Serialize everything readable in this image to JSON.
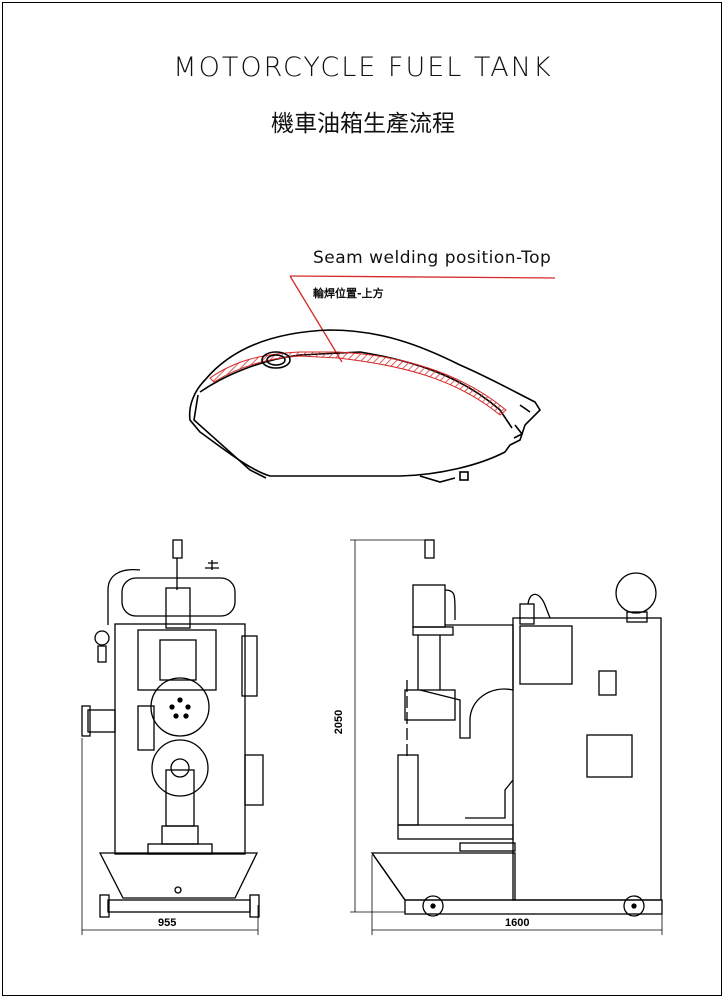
{
  "title": "MOTORCYCLE FUEL TANK",
  "subtitle": "機車油箱生產流程",
  "annotation": {
    "label_en": "Seam welding position-Top",
    "label_zh": "輪焊位置-上方",
    "color": "#d42a2a"
  },
  "dimensions": {
    "front_width": "955",
    "side_width": "1600",
    "height": "2050"
  }
}
